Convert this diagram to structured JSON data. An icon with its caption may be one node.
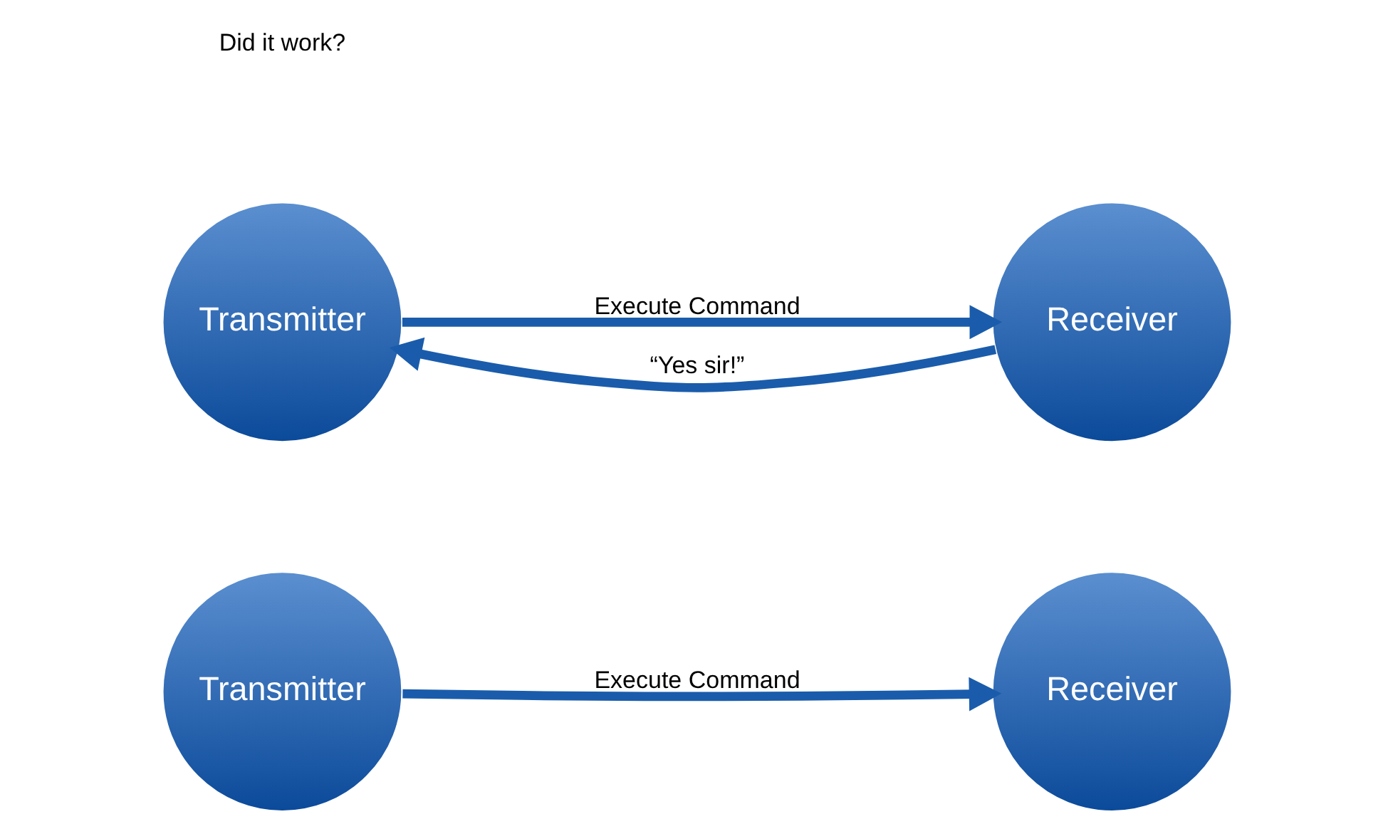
{
  "diagram": {
    "nodes": [
      {
        "text": [
          "Transmitter"
        ]
      },
      {
        "text": [
          "Receiver"
        ]
      },
      {
        "text": [
          "Transmitter"
        ]
      },
      {
        "text": [
          "Receiver"
        ]
      }
    ],
    "edges": [
      {
        "from": 0,
        "to": 1,
        "arrow": "to",
        "label": "Execute Command"
      },
      {
        "from": 2,
        "to": 3,
        "arrow": "to",
        "label": "Execute Command"
      },
      {
        "from": 3,
        "to": 2,
        "arrow": "to",
        "label": "“Yes sir!”"
      }
    ],
    "labels": [
      "Did it work?"
    ]
  }
}
